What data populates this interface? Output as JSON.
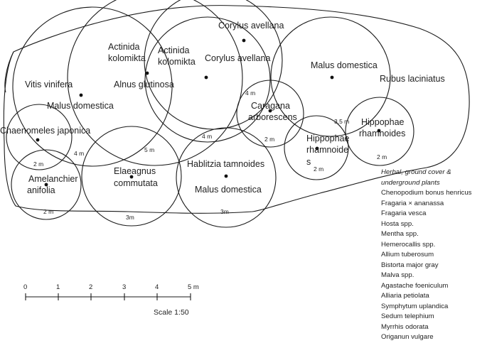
{
  "plants": {
    "corylus_top": "Corylus avellana",
    "actinida_left_1": "Actinida",
    "actinida_left_2": "kolomikta",
    "actinida_right_1": "Actinida",
    "actinida_right_2": "kolomikta",
    "corylus_mid": "Corylus avellana",
    "alnus": "Alnus glutinosa",
    "vitis": "Vitis vinifera",
    "malus_left": "Malus domestica",
    "malus_right": "Malus domestica",
    "rubus": "Rubus laciniatus",
    "caragana_1": "Caragana",
    "caragana_2": "arborescens",
    "chaenomeles": "Chaenomeles japonica",
    "hippophae_mid_1": "Hippophae",
    "hippophae_mid_2": "rhamnoide",
    "hippophae_mid_3": "s",
    "hippophae_right_1": "Hippophae",
    "hippophae_right_2": "rhamnoides",
    "amelanchier_1": "Amelanchier",
    "amelanchier_2": "anifolia",
    "elaeagnus_1": "Elaeagnus",
    "elaeagnus_2": "commutata",
    "hablitzia": "Hablitzia tamnoides",
    "malus_bottom": "Malus domestica"
  },
  "distances": {
    "d_4m_a": "4 m",
    "d_5m": "5 m",
    "d_4m_b": "4 m",
    "d_4m_c": "4 m",
    "d_2m_a": "2 m",
    "d_35m": "3,5 m",
    "d_2m_b": "2 m",
    "d_2m_c": "2 m",
    "d_2m_d": "2 m",
    "d_2m_e": "2 m",
    "d_3m_a": "3m",
    "d_3m_b": "3m"
  },
  "legend": {
    "title_1": "Herbal, ground cover &",
    "title_2": "underground plants",
    "items": [
      "Chenopodium  bonus henricus",
      "Fragaria × ananassa",
      "Fragaria vesca",
      "Hosta spp.",
      "Mentha spp.",
      "Hemerocallis spp.",
      "Allium tuberosum",
      "Bistorta major gray",
      "Malva spp.",
      "Agastache foeniculum",
      "Alliaria petiolata",
      "Symphytum uplandica",
      "Sedum telephium",
      "Myrrhis odorata",
      "Origanun vulgare"
    ]
  },
  "scale": {
    "ticks": [
      "0",
      "1",
      "2",
      "3",
      "4",
      "5 m"
    ],
    "caption": "Scale 1:50"
  }
}
